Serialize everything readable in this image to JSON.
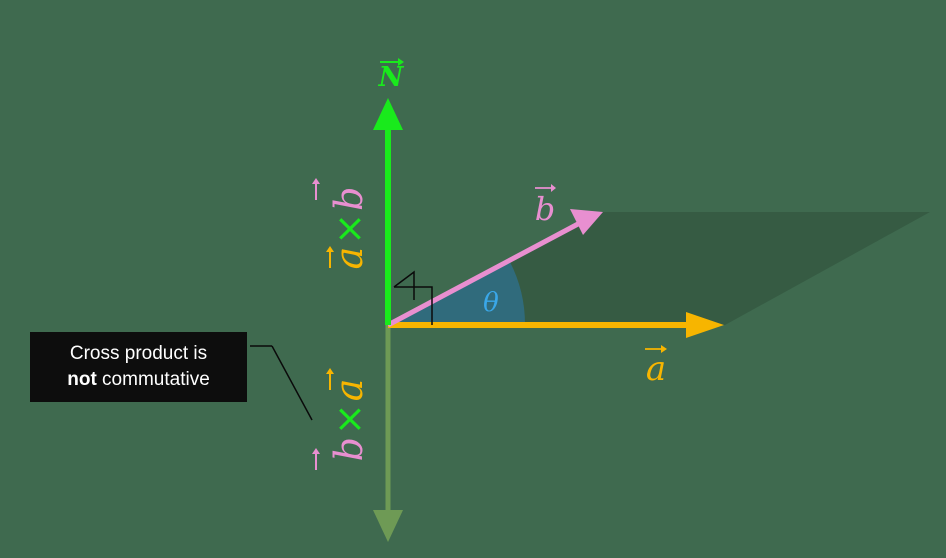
{
  "vectors": {
    "normal": {
      "label": "N",
      "color": "#19ea1c"
    },
    "a": {
      "label": "a",
      "color": "#f7b500"
    },
    "b": {
      "label": "b",
      "color": "#e88fd0"
    },
    "a_cross_b": {
      "left": "a",
      "op": "×",
      "right": "b",
      "op_color": "#19ea1c"
    },
    "b_cross_a": {
      "left": "b",
      "op": "×",
      "right": "a",
      "op_color": "#19ea1c",
      "arrow_color": "#6e9a55"
    }
  },
  "angle": {
    "label": "θ",
    "color": "#3aa7e8",
    "fill": "#2f6f86"
  },
  "callout": {
    "line1": "Cross product is",
    "bold_word": "not",
    "line2_rest": " commutative"
  },
  "colors": {
    "background": "#3f6a4f",
    "parallelogram": "#365b43",
    "right_angle_mark": "#0a0a0a"
  }
}
